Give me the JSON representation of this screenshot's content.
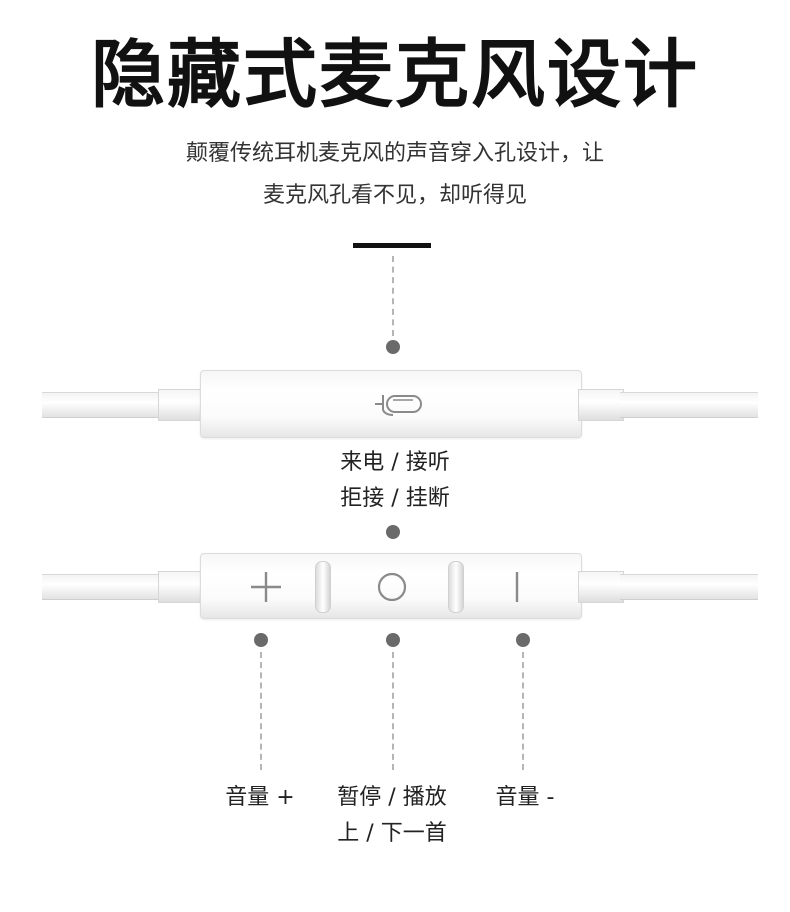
{
  "heading": {
    "title": "隐藏式麦克风设计"
  },
  "description": {
    "line1": "颠覆传统耳机麦克风的声音穿入孔设计，让",
    "line2": "麦克风孔看不见，却听得见"
  },
  "remote_top": {
    "icon": "microphone-icon"
  },
  "remote_bottom": {
    "icons": [
      "plus-icon",
      "circle-icon",
      "minus-bar-icon"
    ]
  },
  "labels": {
    "call_line1": "来电 / 接听",
    "call_line2": "拒接 / 挂断",
    "volume_up": "音量 +",
    "play_line1": "暂停 / 播放",
    "play_line2": "上 / 下一首",
    "volume_down": "音量 -"
  },
  "colors": {
    "text": "#111111",
    "dot": "#6a6a6a",
    "dash": "#b5b5b5",
    "icon": "#8a8a8a"
  }
}
